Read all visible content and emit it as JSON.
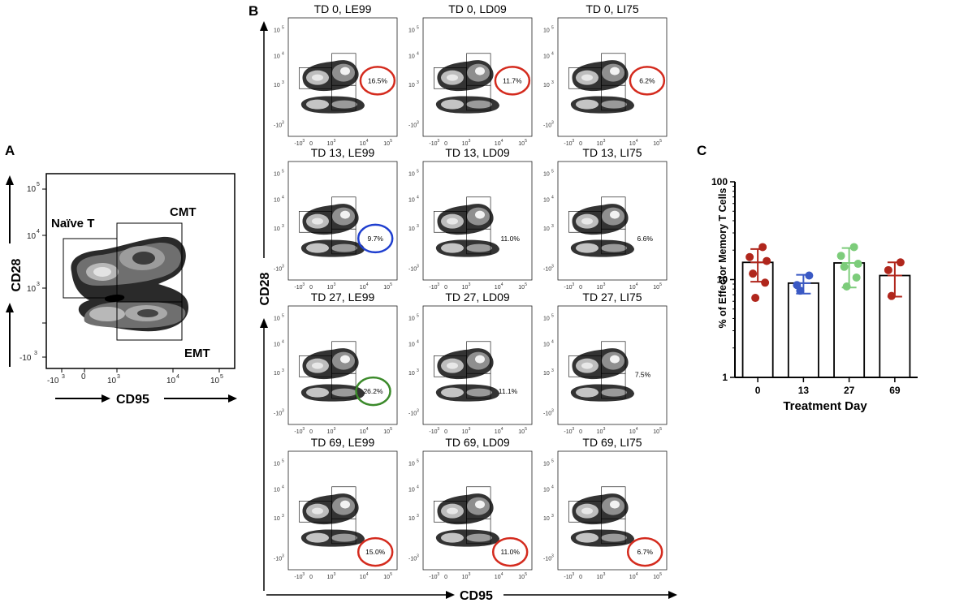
{
  "panel_a": {
    "letter": "A",
    "ylabel": "CD28",
    "xlabel": "CD95",
    "gates": {
      "naive": "Naïve T",
      "cmt": "CMT",
      "emt": "EMT"
    },
    "y_ticks": [
      "10",
      "5",
      "10",
      "4",
      "10",
      "3",
      "-10",
      "3"
    ],
    "x_ticks": [
      "-10",
      "3",
      "0",
      "10",
      "3",
      "10",
      "4",
      "10",
      "5"
    ]
  },
  "panel_b": {
    "letter": "B",
    "ylabel": "CD28",
    "xlabel": "CD95",
    "plots": [
      {
        "title": "TD 0, LE99",
        "pct": "16.5%",
        "circle": "#d42b1e"
      },
      {
        "title": "TD 0, LD09",
        "pct": "11.7%",
        "circle": "#d42b1e"
      },
      {
        "title": "TD 0, LI75",
        "pct": "6.2%",
        "circle": "#d42b1e"
      },
      {
        "title": "TD 13, LE99",
        "pct": "9.7%",
        "circle": "#1f3fcf"
      },
      {
        "title": "TD 13, LD09",
        "pct": "11.0%",
        "circle": ""
      },
      {
        "title": "TD 13, LI75",
        "pct": "6.6%",
        "circle": ""
      },
      {
        "title": "TD 27, LE99",
        "pct": "26.2%",
        "circle": "#3c8a2b"
      },
      {
        "title": "TD 27, LD09",
        "pct": "11.1%",
        "circle": ""
      },
      {
        "title": "TD 27, LI75",
        "pct": "7.5%",
        "circle": ""
      },
      {
        "title": "TD 69, LE99",
        "pct": "15.0%",
        "circle": "#d42b1e"
      },
      {
        "title": "TD 69, LD09",
        "pct": "11.0%",
        "circle": "#d42b1e"
      },
      {
        "title": "TD 69, LI75",
        "pct": "6.7%",
        "circle": "#d42b1e"
      }
    ],
    "tick_labels": {
      "y": [
        "10",
        "5",
        "10",
        "4",
        "10",
        "3",
        "-10",
        "3"
      ],
      "x": [
        "-10",
        "3",
        "0",
        "10",
        "3",
        "10",
        "4",
        "10",
        "5"
      ]
    }
  },
  "chart_data": {
    "type": "bar",
    "panel_letter": "C",
    "categories": [
      "0",
      "13",
      "27",
      "69"
    ],
    "means": [
      15.0,
      9.2,
      14.8,
      11.0
    ],
    "sd_upper": [
      20.5,
      11.2,
      21.0,
      15.0
    ],
    "sd_lower": [
      9.5,
      7.2,
      8.3,
      6.7
    ],
    "points": [
      [
        21.5,
        17.0,
        15.5,
        11.5,
        9.3,
        6.5
      ],
      [
        11.0,
        8.8,
        7.7
      ],
      [
        21.5,
        17.5,
        14.5,
        13.5,
        10.5,
        8.5
      ],
      [
        15.0,
        12.5,
        6.8
      ]
    ],
    "colors": [
      "#b0261c",
      "#3a59c4",
      "#7ccc7a",
      "#b0261c"
    ],
    "xlabel": "Treatment Day",
    "ylabel": "% of Effector Memory T Cells",
    "yscale": "log",
    "ylim": [
      1,
      100
    ],
    "y_ticks": [
      1,
      10,
      100
    ],
    "y_tick_labels": [
      "1",
      "10",
      "100"
    ],
    "grid": false
  }
}
